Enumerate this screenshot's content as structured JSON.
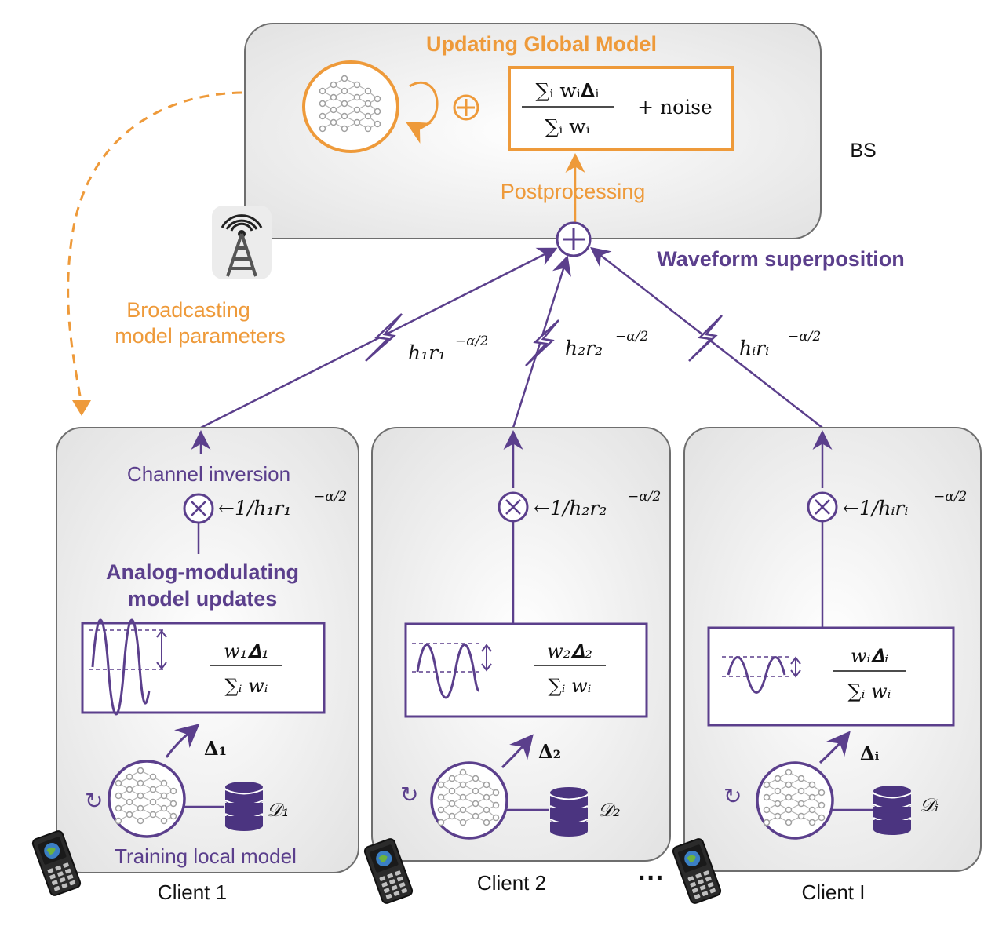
{
  "bs": {
    "title": "Updating Global Model",
    "formula_numerator": "∑ᵢ wᵢ𝚫ᵢ",
    "formula_denominator": "∑ᵢ wᵢ",
    "formula_suffix": "+ noise",
    "postprocessing_label": "Postprocessing",
    "label": "BS"
  },
  "superposition_label": "Waveform superposition",
  "broadcast_label_line1": "Broadcasting",
  "broadcast_label_line2": "model parameters",
  "channels": [
    {
      "label": "h₁r₁",
      "exp": "−α/2"
    },
    {
      "label": "h₂r₂",
      "exp": "−α/2"
    },
    {
      "label": "hᵢrᵢ",
      "exp": "−α/2"
    }
  ],
  "client1": {
    "channel_inversion_label": "Channel inversion",
    "inversion_factor": "←1/h₁r₁",
    "inversion_exp": "−α/2",
    "analog_line1": "Analog-modulating",
    "analog_line2": "model updates",
    "update_numerator": "w₁𝚫₁",
    "update_denominator": "∑ᵢ wᵢ",
    "delta_label": "𝚫₁",
    "dataset_label": "𝒟₁",
    "training_label": "Training local model",
    "client_label": "Client 1"
  },
  "client2": {
    "inversion_factor": "←1/h₂r₂",
    "inversion_exp": "−α/2",
    "update_numerator": "w₂𝚫₂",
    "update_denominator": "∑ᵢ wᵢ",
    "delta_label": "𝚫₂",
    "dataset_label": "𝒟₂",
    "client_label": "Client 2"
  },
  "client3": {
    "inversion_factor": "←1/hᵢrᵢ",
    "inversion_exp": "−α/2",
    "update_numerator": "wᵢ𝚫ᵢ",
    "update_denominator": "∑ᵢ wᵢ",
    "delta_label": "𝚫ᵢ",
    "dataset_label": "𝒟ᵢ",
    "client_label": "Client I"
  },
  "ellipsis": "···",
  "colors": {
    "orange": "#EE9A3A",
    "purple": "#5B3F8C",
    "panel": "#E6E6E6",
    "border": "#6E6E6E"
  }
}
